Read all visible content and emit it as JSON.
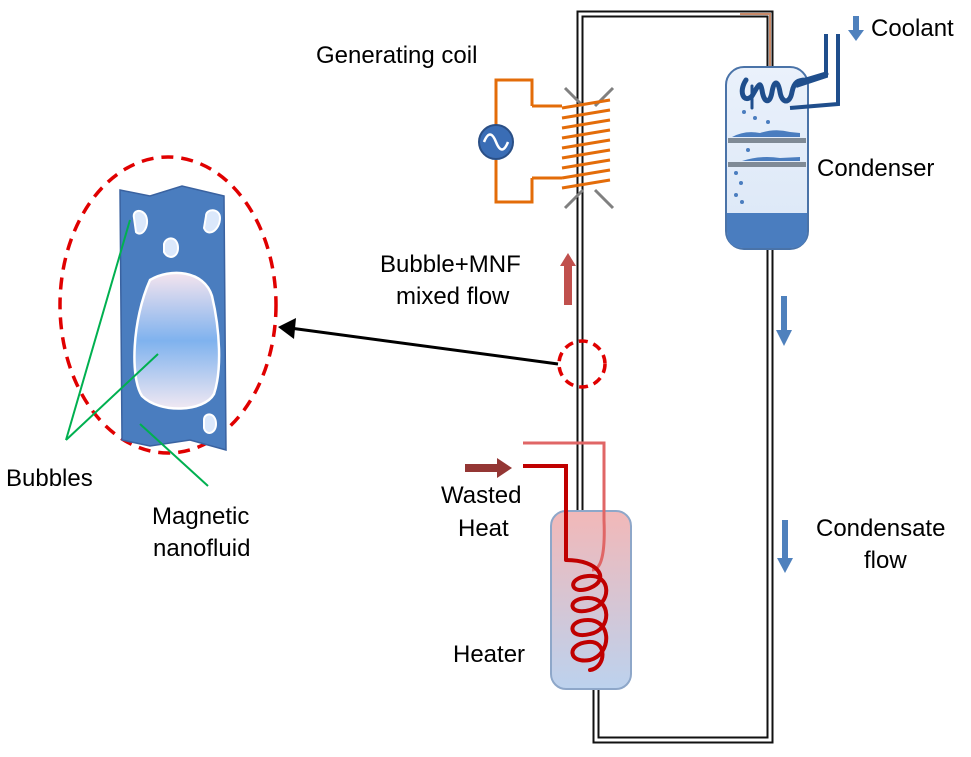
{
  "labels": {
    "generating_coil": "Generating coil",
    "coolant": "Coolant",
    "condenser": "Condenser",
    "mixed_flow_line1": "Bubble+MNF",
    "mixed_flow_line2": "mixed flow",
    "bubbles": "Bubbles",
    "magnetic_line1": "Magnetic",
    "magnetic_line2": "nanofluid",
    "wasted_line1": "Wasted",
    "wasted_line2": "Heat",
    "condensate_line1": "Condensate",
    "condensate_line2": "flow",
    "heater": "Heater"
  },
  "colors": {
    "pipe_outer": "#111111",
    "pipe_inner": "#ffffff",
    "hot_pipe": "#c00000",
    "coil_wire": "#e36c09",
    "nanofluid": "#4a7dbf",
    "coolant_tube": "#1f4e8c",
    "flow_arrow_blue": "#4f81bd",
    "flow_arrow_red": "#c0504d",
    "heat_arrow": "#943634",
    "magnifier_ring": "#e00000",
    "pointer_line": "#00b050",
    "ac_source": "#3a6db5"
  },
  "icons": {
    "ac_source": "ac-source-icon",
    "heater_coil": "heater-coil-icon",
    "condenser_coil": "condenser-coil-icon"
  }
}
